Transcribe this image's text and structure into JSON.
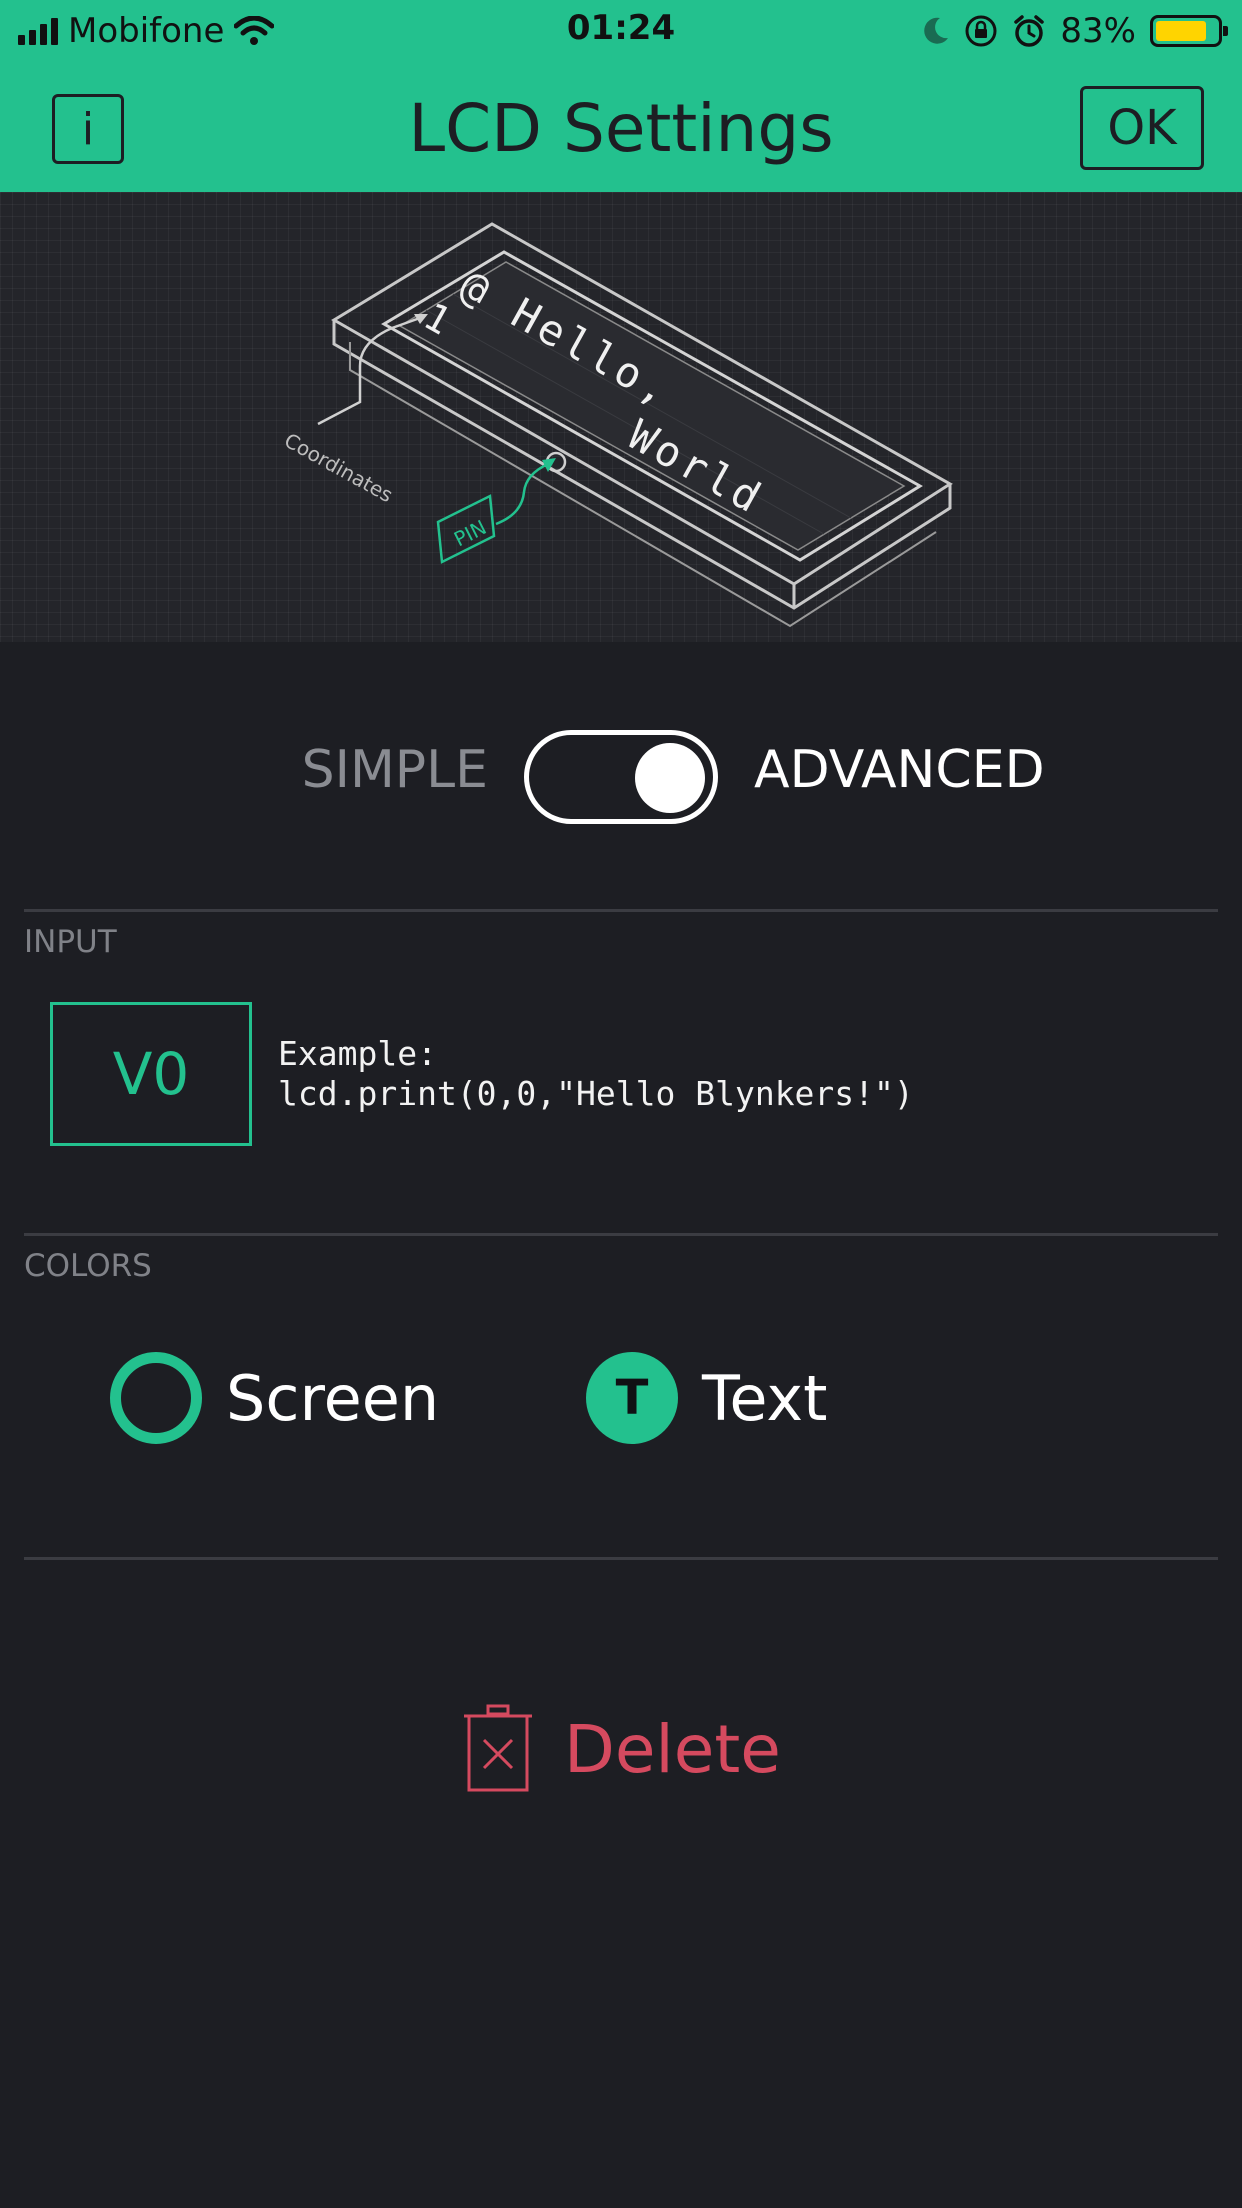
{
  "status_bar": {
    "carrier": "Mobifone",
    "time": "01:24",
    "battery_percent": "83%",
    "battery_level": 0.83
  },
  "header": {
    "info_label": "i",
    "title": "LCD Settings",
    "ok_label": "OK"
  },
  "illustration": {
    "lcd_row_1": "@ Hello,",
    "lcd_row_2": "World",
    "coordinates_label": "Coordinates",
    "pin_label": "PIN",
    "coordinate_digit": "1"
  },
  "mode": {
    "simple_label": "SIMPLE",
    "advanced_label": "ADVANCED",
    "advanced_selected": true
  },
  "input": {
    "section_label": "INPUT",
    "pin": "V0",
    "example_line_1": "Example:",
    "example_line_2": "lcd.print(0,0,\"Hello Blynkers!\")"
  },
  "colors": {
    "section_label": "COLORS",
    "screen_label": "Screen",
    "text_label": "Text",
    "text_icon_letter": "T"
  },
  "delete": {
    "label": "Delete"
  },
  "theme": {
    "accent": "#23c18e",
    "background": "#1d1e23",
    "danger": "#d54a5f"
  },
  "icons": [
    "signal-icon",
    "wifi-icon",
    "moon-icon",
    "rotation-lock-icon",
    "alarm-icon",
    "battery-icon",
    "trash-icon"
  ]
}
